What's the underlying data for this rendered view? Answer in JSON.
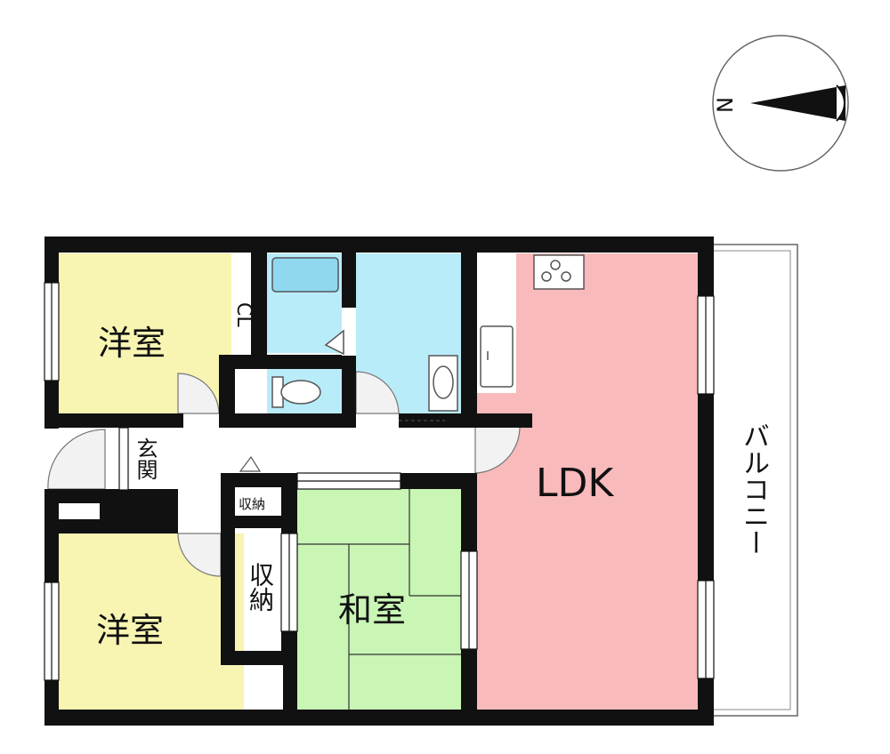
{
  "compass": {
    "label": "N"
  },
  "rooms": {
    "western_top": "洋室",
    "western_bottom": "洋室",
    "japanese": "和室",
    "ldk": "LDK",
    "entrance": "玄関",
    "storage_small": "収納",
    "storage_tall": "収納",
    "closet": "CL",
    "balcony": "バルコニー"
  },
  "colors": {
    "western": "#f8f5b3",
    "japanese": "#c9f5b5",
    "ldk": "#f9babb",
    "wet": "#b9ecf9",
    "wall": "#111111",
    "tatami_line": "#333333",
    "step": "#f3c98b"
  }
}
